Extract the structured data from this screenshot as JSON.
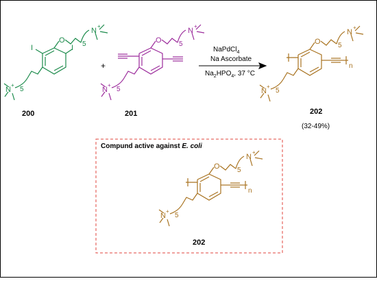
{
  "colors": {
    "green": "#1a8a4a",
    "purple": "#9b2a9b",
    "brown": "#a8721f",
    "red_dash": "#e0443c",
    "black": "#000000"
  },
  "compounds": {
    "c200": {
      "label": "200"
    },
    "c201": {
      "label": "201"
    },
    "c202": {
      "label": "202",
      "yield": "(32-49%)"
    },
    "c202_box": {
      "label": "202"
    }
  },
  "reaction": {
    "plus": "+",
    "reagent1_main": "NaPdCl",
    "reagent1_sub": "4",
    "reagent2": "Na Ascorbate",
    "reagent3_a": "Na",
    "reagent3_sub1": "2",
    "reagent3_b": "HPO",
    "reagent3_sub2": "4",
    "reagent3_c": ", 37 °C"
  },
  "atoms": {
    "iodine": "I",
    "oxygen": "O",
    "nitrogen": "N",
    "plus_charge": "+",
    "chain_count": "5",
    "repeat_n": "n"
  },
  "box": {
    "title_prefix": "Compund active against ",
    "title_italic": "E. coli"
  }
}
